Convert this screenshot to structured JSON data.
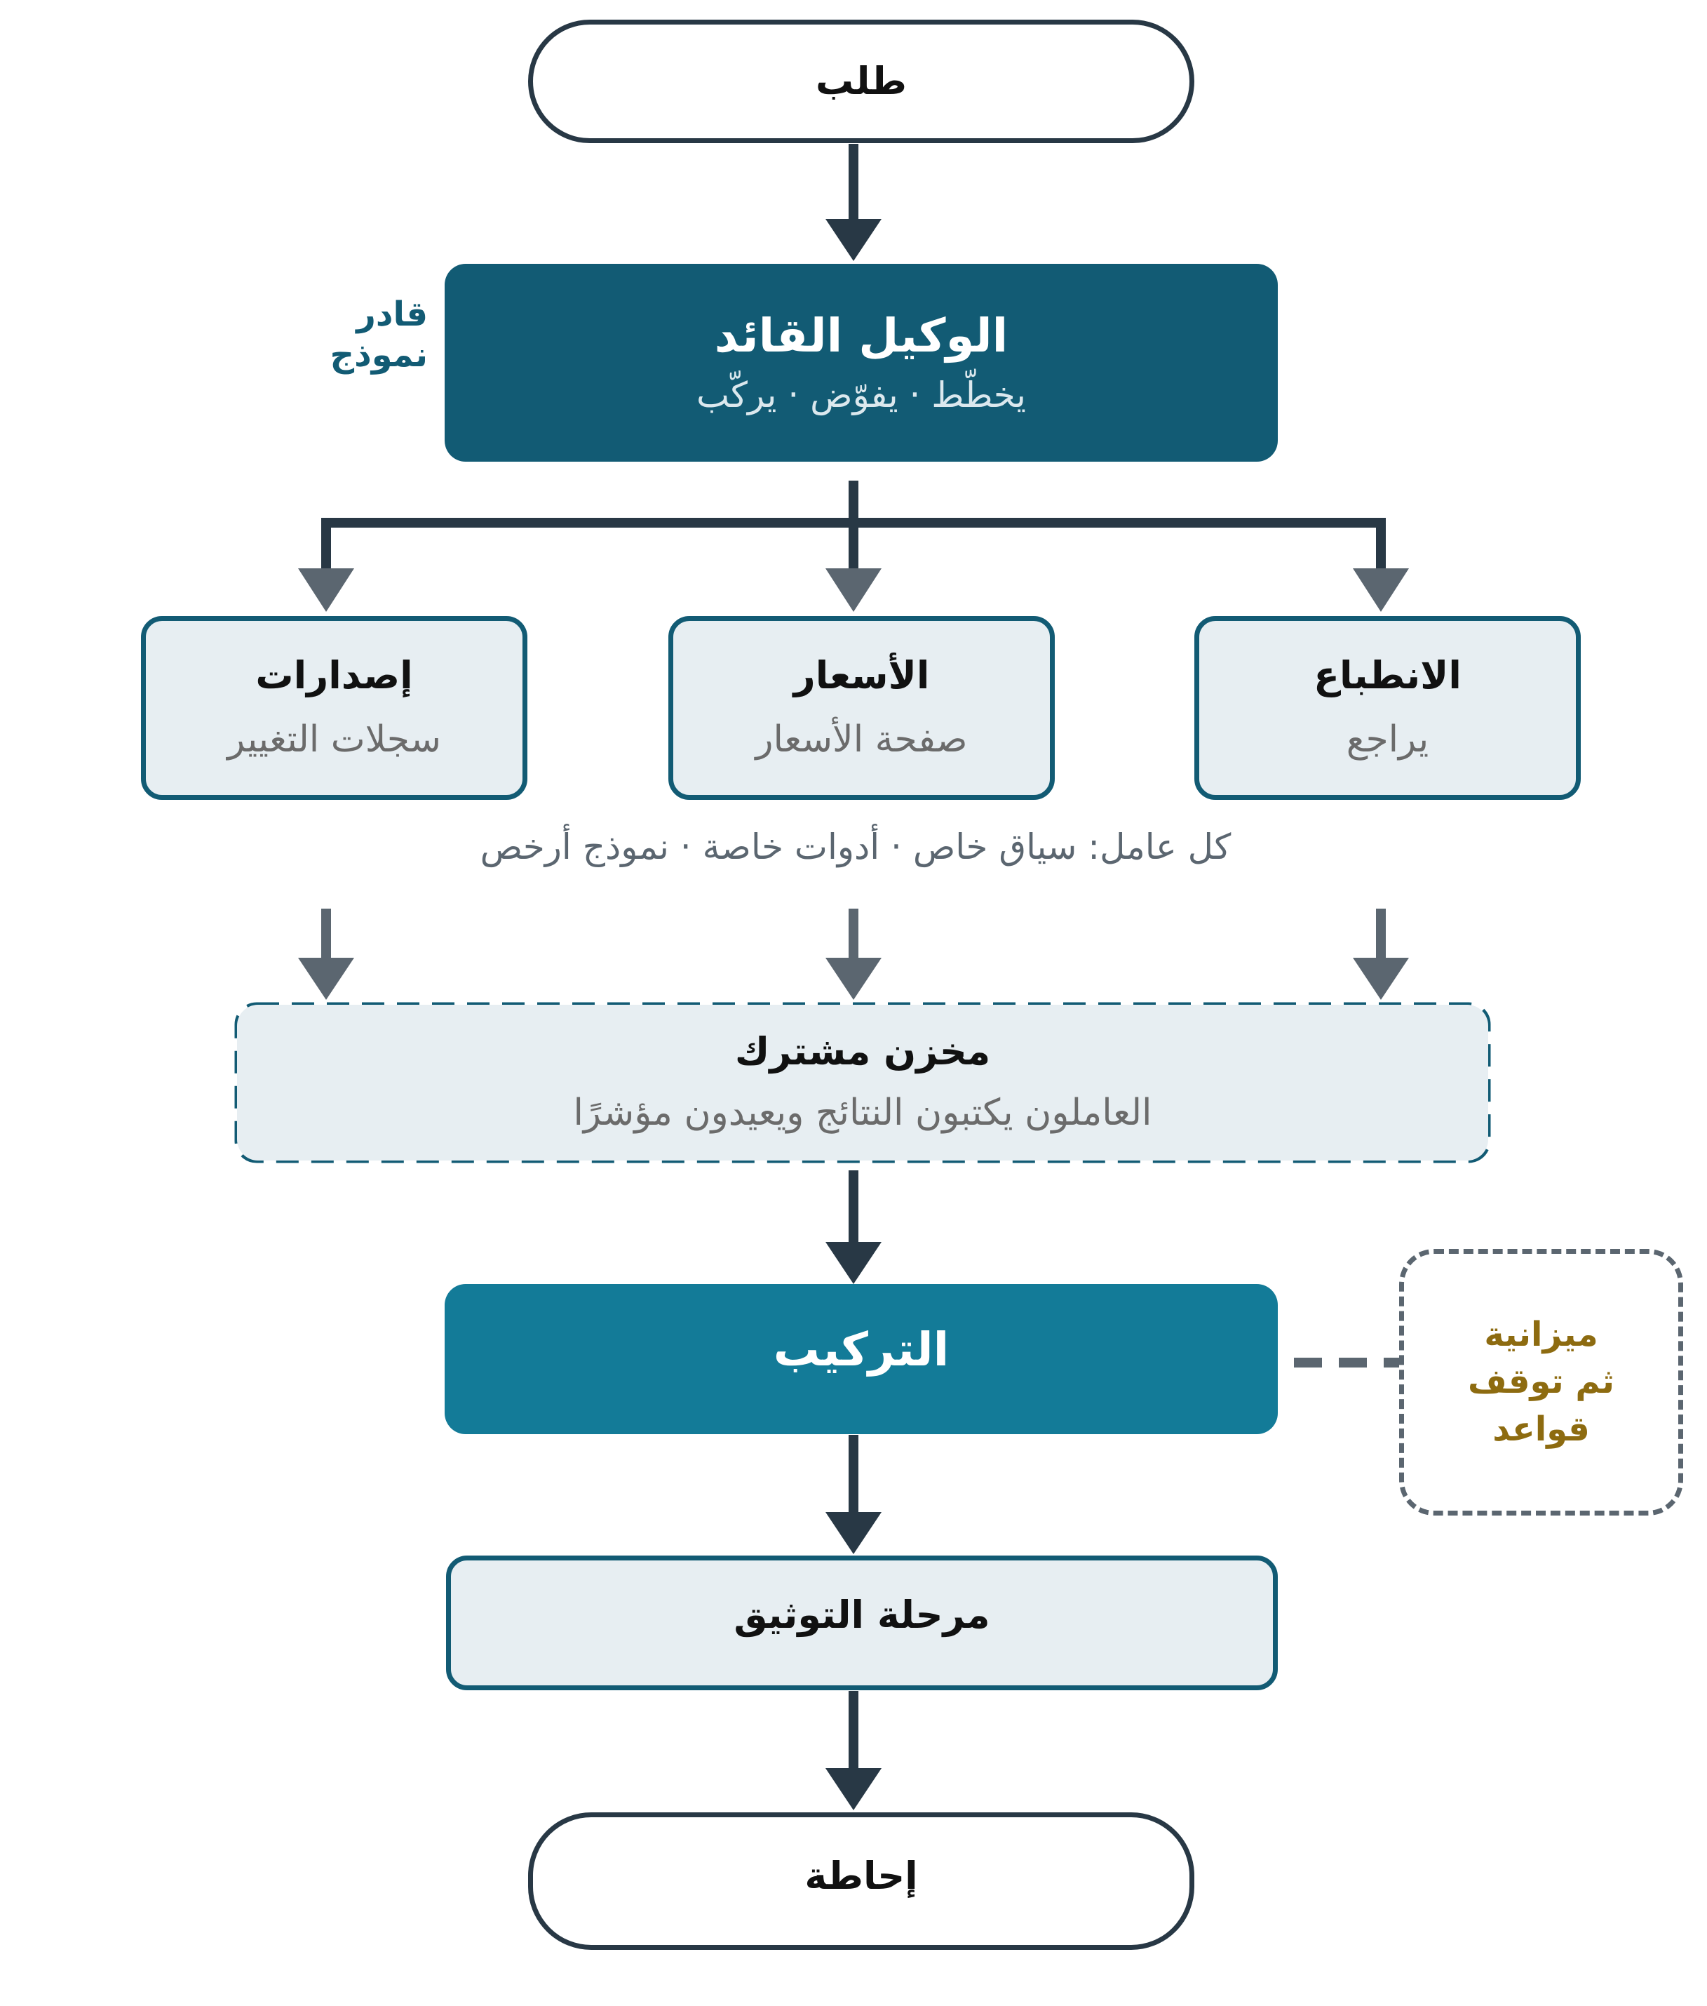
{
  "colors": {
    "dark_teal": "#125b74",
    "mid_teal": "#137b98",
    "light_fill": "#e7eef2",
    "arrow_dark": "#283845",
    "arrow_gray": "#5b6670",
    "caption_gray": "#5b6670",
    "budget_text": "#8d6b10"
  },
  "nodes": {
    "request": {
      "title": "طلب"
    },
    "lead_agent": {
      "title": "الوكيل القائد",
      "subtitle": "يخطّط · يفوّض · يركّب"
    },
    "lead_model_label": {
      "line1": "قادر",
      "line2": "نموذج"
    },
    "workers": [
      {
        "title": "الانطباع",
        "subtitle": "يراجع"
      },
      {
        "title": "الأسعار",
        "subtitle": "صفحة الأسعار"
      },
      {
        "title": "إصدارات",
        "subtitle": "سجلات التغيير"
      }
    ],
    "worker_caption": "كل عامل: سياق خاص · أدوات خاصة · نموذج أرخص",
    "shared_store": {
      "title": "مخزن مشترك",
      "subtitle": "العاملون يكتبون النتائج ويعيدون مؤشرًا"
    },
    "synthesis": {
      "title": "التركيب"
    },
    "budget_note": {
      "line1": "ميزانية",
      "line2": "ثم توقف",
      "line3": "قواعد"
    },
    "verification": {
      "title": "مرحلة التوثيق"
    },
    "briefing": {
      "title": "إحاطة"
    }
  }
}
